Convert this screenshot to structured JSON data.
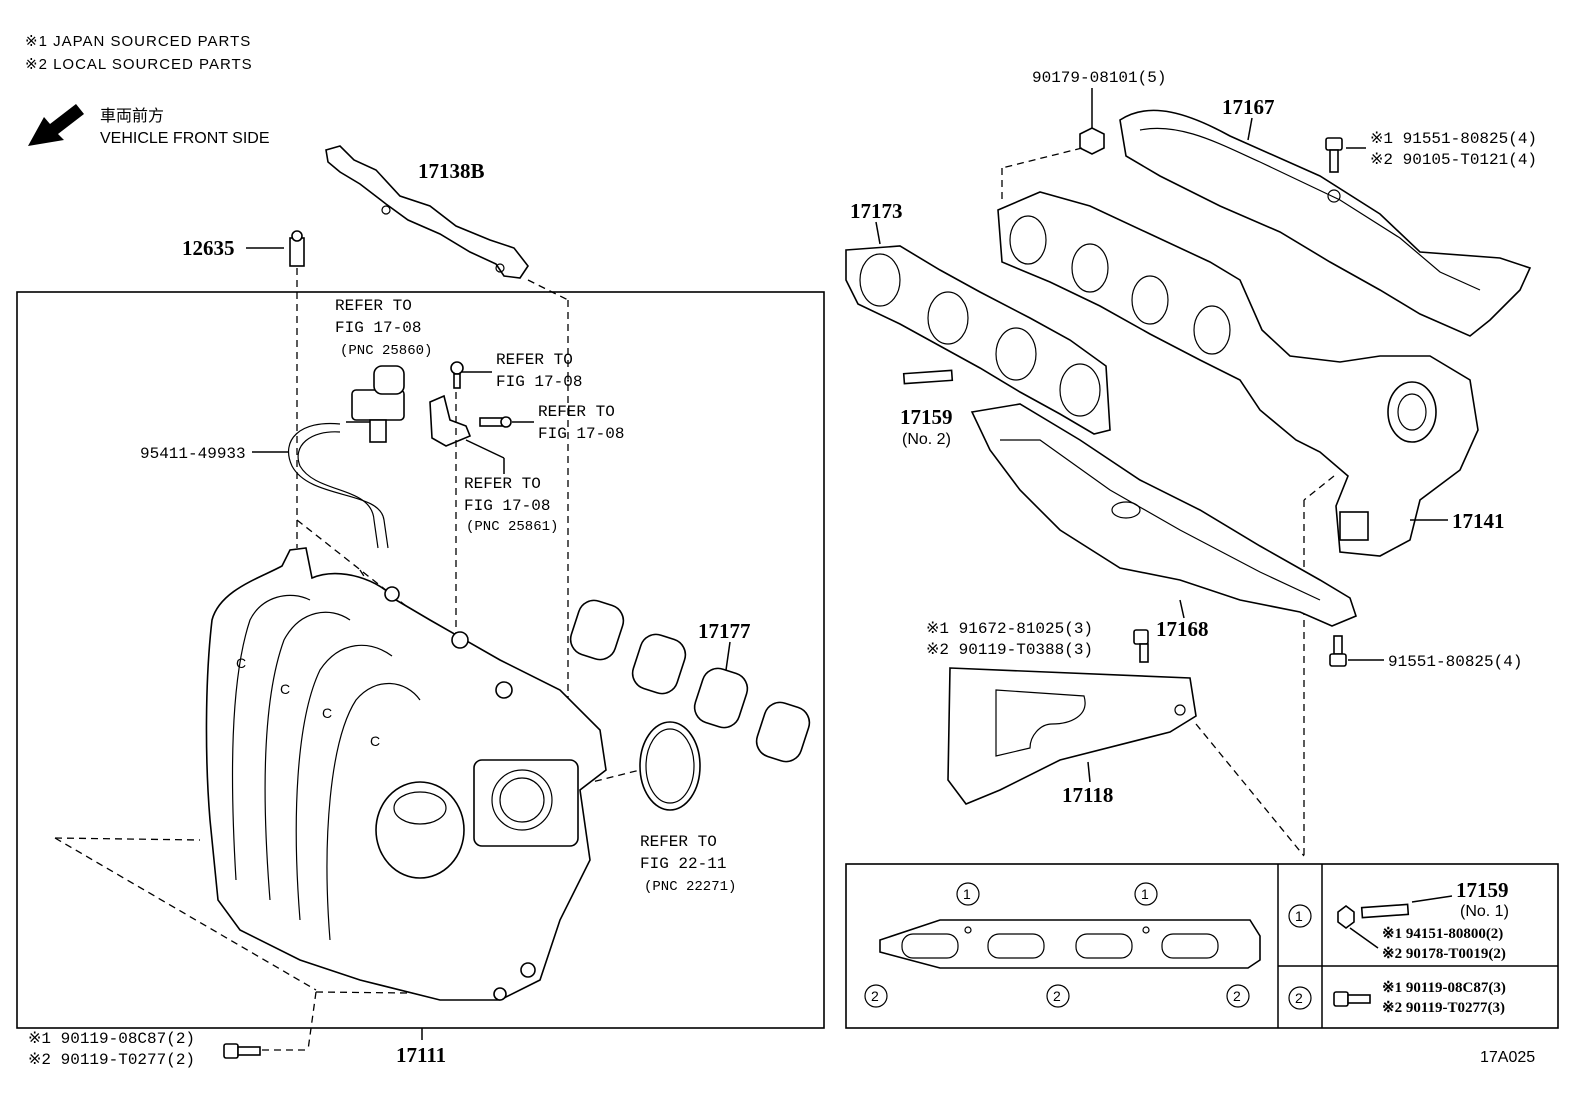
{
  "notes": {
    "note1": "※1 JAPAN SOURCED PARTS",
    "note2": "※2 LOCAL SOURCED PARTS"
  },
  "direction": {
    "jp": "車両前方",
    "en": "VEHICLE FRONT SIDE"
  },
  "parts": {
    "p17138B": "17138B",
    "p12635": "12635",
    "p95411": "95411-49933",
    "p17177": "17177",
    "p17111": "17111",
    "p17173": "17173",
    "p17159": "17159",
    "p17159_sub": "(No. 2)",
    "p17167": "17167",
    "p17141": "17141",
    "p17168": "17168",
    "p17118": "17118",
    "p90179": "90179-08101(5)",
    "p91551_top_1": "※1 91551-80825(4)",
    "p91551_top_2": "※2 90105-T0121(4)",
    "p91672_1": "※1 91672-81025(3)",
    "p91672_2": "※2 90119-T0388(3)",
    "p91551_bot": "91551-80825(4)",
    "p90119_left_1": "※1 90119-08C87(2)",
    "p90119_left_2": "※2 90119-T0277(2)"
  },
  "refers": {
    "r1_a": "REFER TO",
    "r1_b": "FIG 17-08",
    "r1_c": "(PNC 25860)",
    "r2_a": "REFER TO",
    "r2_b": "FIG 17-08",
    "r3_a": "REFER TO",
    "r3_b": "FIG 17-08",
    "r4_a": "REFER TO",
    "r4_b": "FIG 17-08",
    "r4_c": "(PNC 25861)",
    "r5_a": "REFER TO",
    "r5_b": "FIG 22-11",
    "r5_c": "(PNC 22271)"
  },
  "legend": {
    "circle1": "1",
    "circle2": "2",
    "row1_part": "17159",
    "row1_sub": "(No. 1)",
    "row1_line1": "※1 94151-80800(2)",
    "row1_line2": "※2 90178-T0019(2)",
    "row2_line1": "※1 90119-08C87(3)",
    "row2_line2": "※2 90119-T0277(3)"
  },
  "figure_code": "17A025"
}
